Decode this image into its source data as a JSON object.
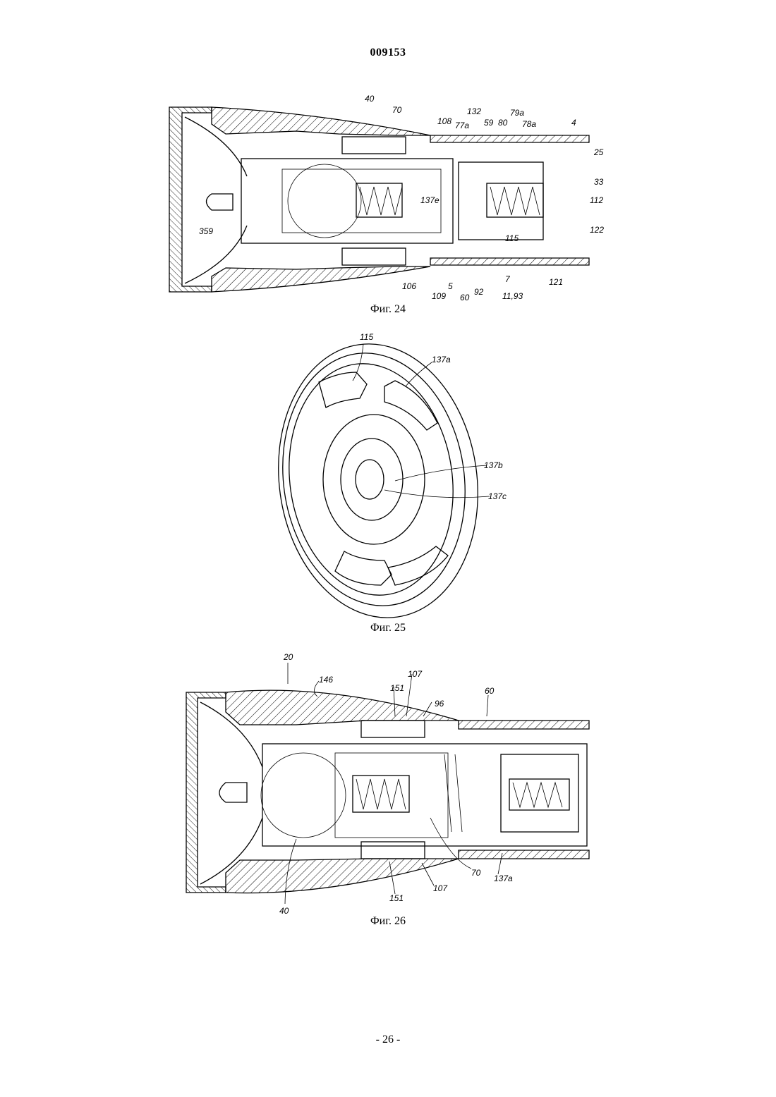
{
  "header": {
    "doc_number": "009153"
  },
  "footer": {
    "page": "- 26 -"
  },
  "figures": [
    {
      "caption": "Фиг. 24",
      "labels": [
        "40",
        "70",
        "108",
        "77a",
        "132",
        "59",
        "80",
        "79a",
        "78a",
        "4",
        "25",
        "33",
        "137e",
        "112",
        "122",
        "115",
        "359",
        "106",
        "5",
        "109",
        "60",
        "92",
        "7",
        "11,93",
        "121"
      ]
    },
    {
      "caption": "Фиг. 25",
      "labels": [
        "115",
        "137a",
        "137b",
        "137c"
      ]
    },
    {
      "caption": "Фиг. 26",
      "labels": [
        "20",
        "146",
        "151",
        "107",
        "96",
        "60",
        "70",
        "137a",
        "151",
        "107",
        "40"
      ]
    }
  ]
}
